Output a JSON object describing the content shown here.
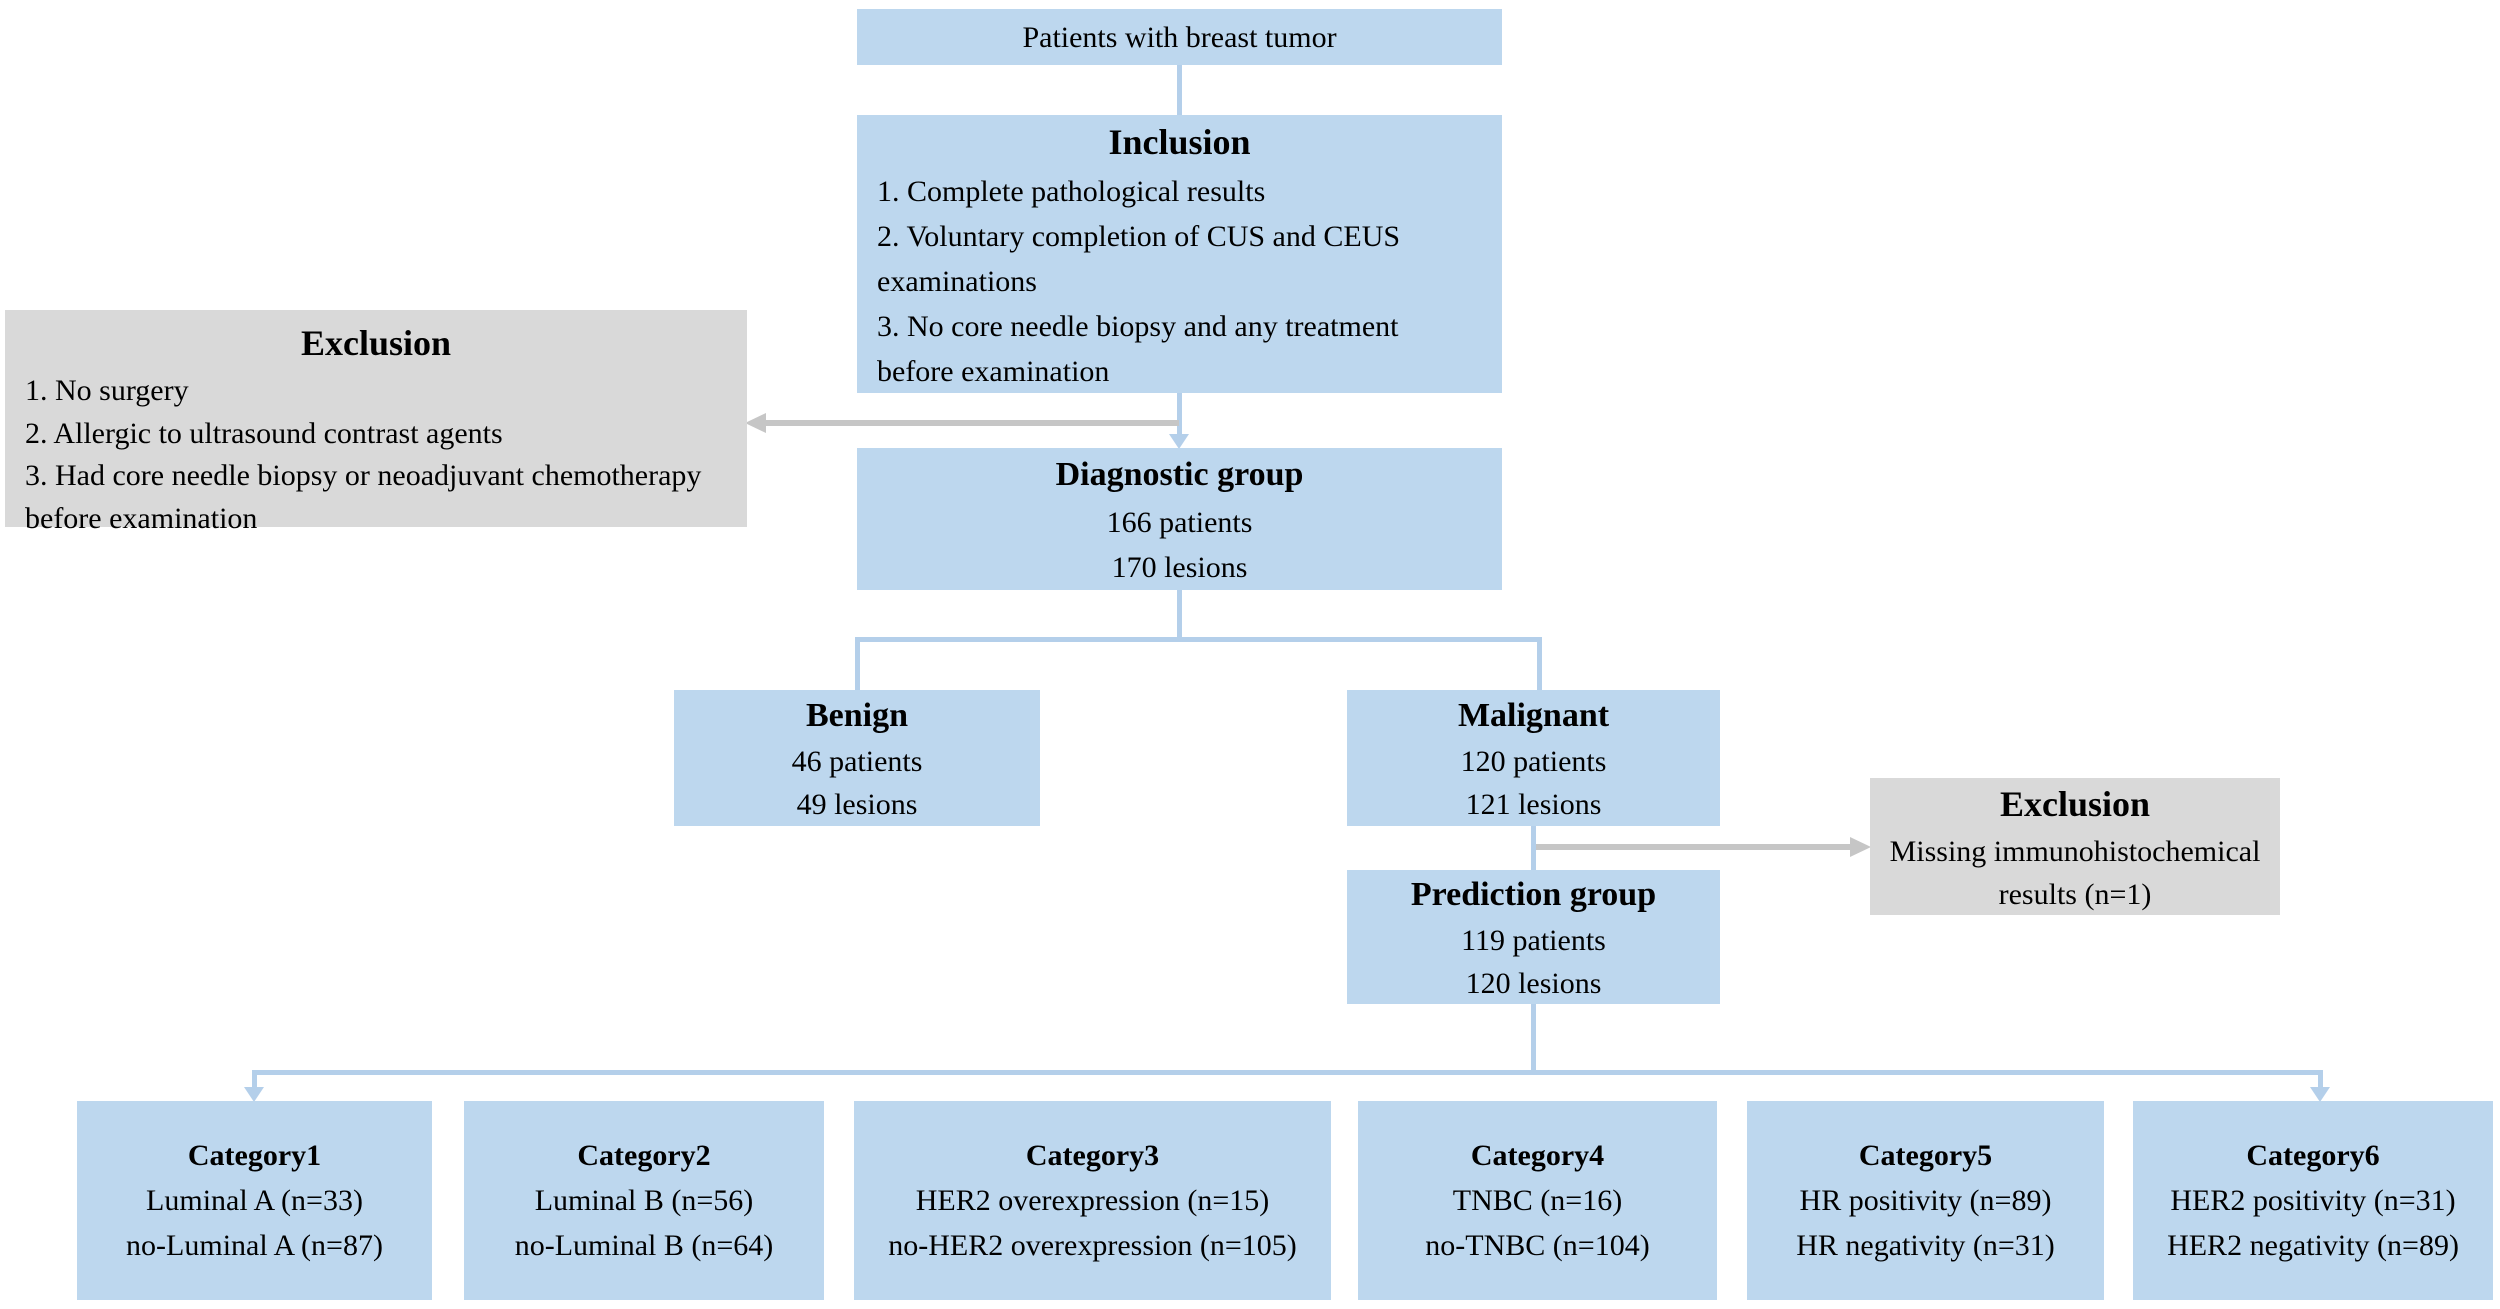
{
  "palette": {
    "box_blue": "#BDD7EE",
    "box_gray": "#D9D9D9",
    "line_blue": "#B4CFEA",
    "line_gray": "#C6C6C6",
    "text": "#000000"
  },
  "boxes": {
    "patients": {
      "title": "Patients with breast tumor"
    },
    "inclusion": {
      "title": "Inclusion",
      "items": [
        "1. Complete pathological results",
        "2. Voluntary completion of CUS and CEUS examinations",
        "3. No core needle biopsy and any treatment before examination"
      ]
    },
    "exclusion_left": {
      "title": "Exclusion",
      "items": [
        "1. No surgery",
        "2. Allergic to ultrasound contrast agents",
        "3. Had core needle biopsy or neoadjuvant chemotherapy before examination"
      ]
    },
    "diagnostic": {
      "title": "Diagnostic group",
      "lines": [
        "166 patients",
        "170 lesions"
      ]
    },
    "benign": {
      "title": "Benign",
      "lines": [
        "46 patients",
        "49 lesions"
      ]
    },
    "malignant": {
      "title": "Malignant",
      "lines": [
        "120 patients",
        "121 lesions"
      ]
    },
    "exclusion_right": {
      "title": "Exclusion",
      "body": "Missing immunohistochemical results (n=1)"
    },
    "prediction": {
      "title": "Prediction group",
      "lines": [
        "119 patients",
        "120 lesions"
      ]
    },
    "categories": [
      {
        "title": "Category1",
        "lines": [
          "Luminal A (n=33)",
          "no-Luminal A (n=87)"
        ]
      },
      {
        "title": "Category2",
        "lines": [
          "Luminal B (n=56)",
          "no-Luminal B (n=64)"
        ]
      },
      {
        "title": "Category3",
        "lines": [
          "HER2 overexpression (n=15)",
          "no-HER2 overexpression (n=105)"
        ]
      },
      {
        "title": "Category4",
        "lines": [
          "TNBC (n=16)",
          "no-TNBC (n=104)"
        ]
      },
      {
        "title": "Category5",
        "lines": [
          "HR positivity (n=89)",
          "HR negativity (n=31)"
        ]
      },
      {
        "title": "Category6",
        "lines": [
          "HER2 positivity (n=31)",
          "HER2 negativity (n=89)"
        ]
      }
    ]
  }
}
